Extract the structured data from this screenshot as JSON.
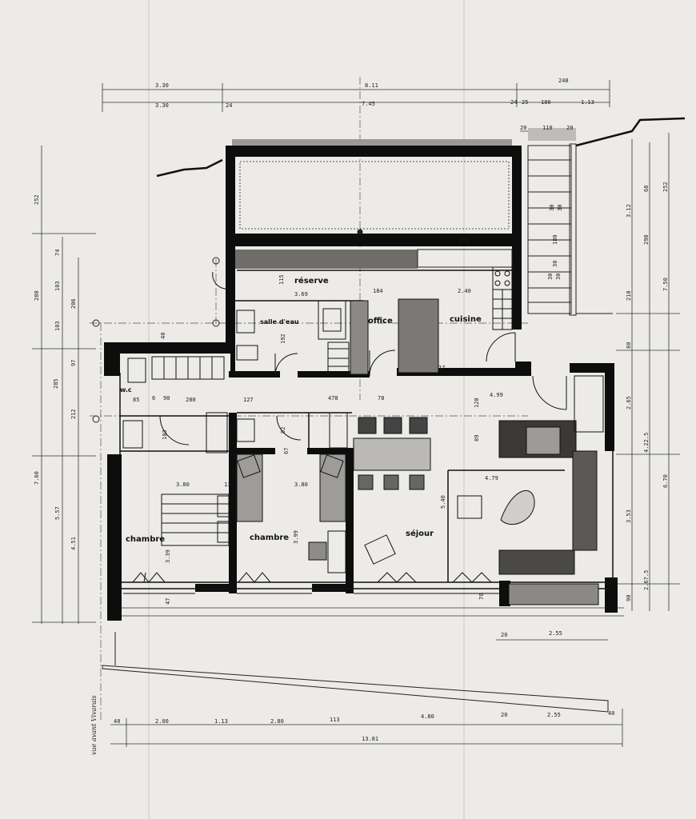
{
  "rooms": {
    "reserve": "réserve",
    "salle_deau": "salle d'eau",
    "office": "office",
    "cuisine": "cuisine",
    "wc": "w.c",
    "chambre_1": "chambre",
    "chambre_2": "chambre",
    "sejour": "séjour"
  },
  "dimensions": {
    "top_row_1": [
      "3.30",
      "8.11",
      "248"
    ],
    "top_row_2": [
      "3.30",
      "24",
      "7.45",
      "24",
      "25",
      "180",
      "1.13"
    ],
    "top_right": [
      "20",
      "110",
      "20"
    ],
    "stairs": [
      "30",
      "30",
      "180",
      "30",
      "30",
      "30"
    ],
    "left_outer": [
      "252",
      "280",
      "7.60",
      "5.57"
    ],
    "left_inner": [
      "74",
      "103",
      "206",
      "103",
      "4.51"
    ],
    "left_small": [
      "285",
      "97",
      "212"
    ],
    "right_outer": [
      "252",
      "3.12",
      "7.50",
      "6.70"
    ],
    "right_inner": [
      "68",
      "298",
      "210",
      "80",
      "4.22.5",
      "2.65",
      "3.53",
      "2.67.5",
      "90"
    ],
    "interior": [
      "115",
      "3.69",
      "184",
      "2.40",
      "40",
      "192",
      "17",
      "85",
      "6",
      "90",
      "280",
      "127",
      "478",
      "78",
      "4.99",
      "120",
      "89",
      "103",
      "92",
      "67",
      "3.80",
      "3.80",
      "13",
      "5.40",
      "4.79",
      "3.99",
      "3.39",
      "47",
      "70"
    ],
    "bottom_chain": [
      "40",
      "2.00",
      "1.13",
      "2.80",
      "113",
      "4.80",
      "20",
      "2.55",
      "40"
    ],
    "bottom_right": [
      "20",
      "2.55"
    ],
    "bottom_total": "13.81"
  },
  "notes": {
    "left_margin": "vue avant Vivarais"
  },
  "colors": {
    "paper": "#ecebe8",
    "ink": "#111111",
    "wall": "#0d0d0d"
  }
}
